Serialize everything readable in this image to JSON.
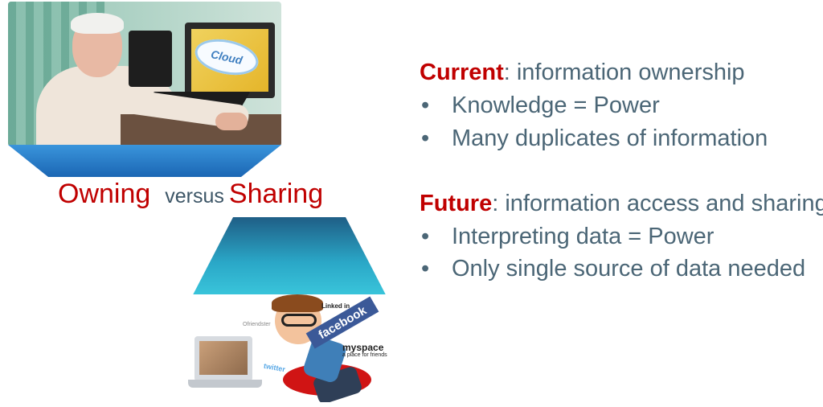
{
  "left": {
    "photo_top": {
      "screen_label": "Cloud"
    },
    "caption": {
      "owning": "Owning",
      "versus": "versus",
      "sharing": "Sharing"
    },
    "photo_bottom": {
      "facebook": "facebook",
      "linkedin": "Linked in",
      "twitter": "twitter",
      "myspace": "myspace",
      "myspace_tagline": "a place for friends",
      "friendster": "Ofriendster"
    },
    "colors": {
      "top_funnel": "#1e78c8",
      "bottom_funnel": "#2fb5c9"
    }
  },
  "right": {
    "current": {
      "key": "Current",
      "rest": ": information ownership",
      "bullets": [
        "Knowledge = Power",
        "Many duplicates of information"
      ]
    },
    "future": {
      "key": "Future",
      "rest": ": information access and sharing",
      "bullets": [
        "Interpreting data  = Power",
        "Only single source of data needed"
      ]
    },
    "bullet_glyph": "•"
  }
}
